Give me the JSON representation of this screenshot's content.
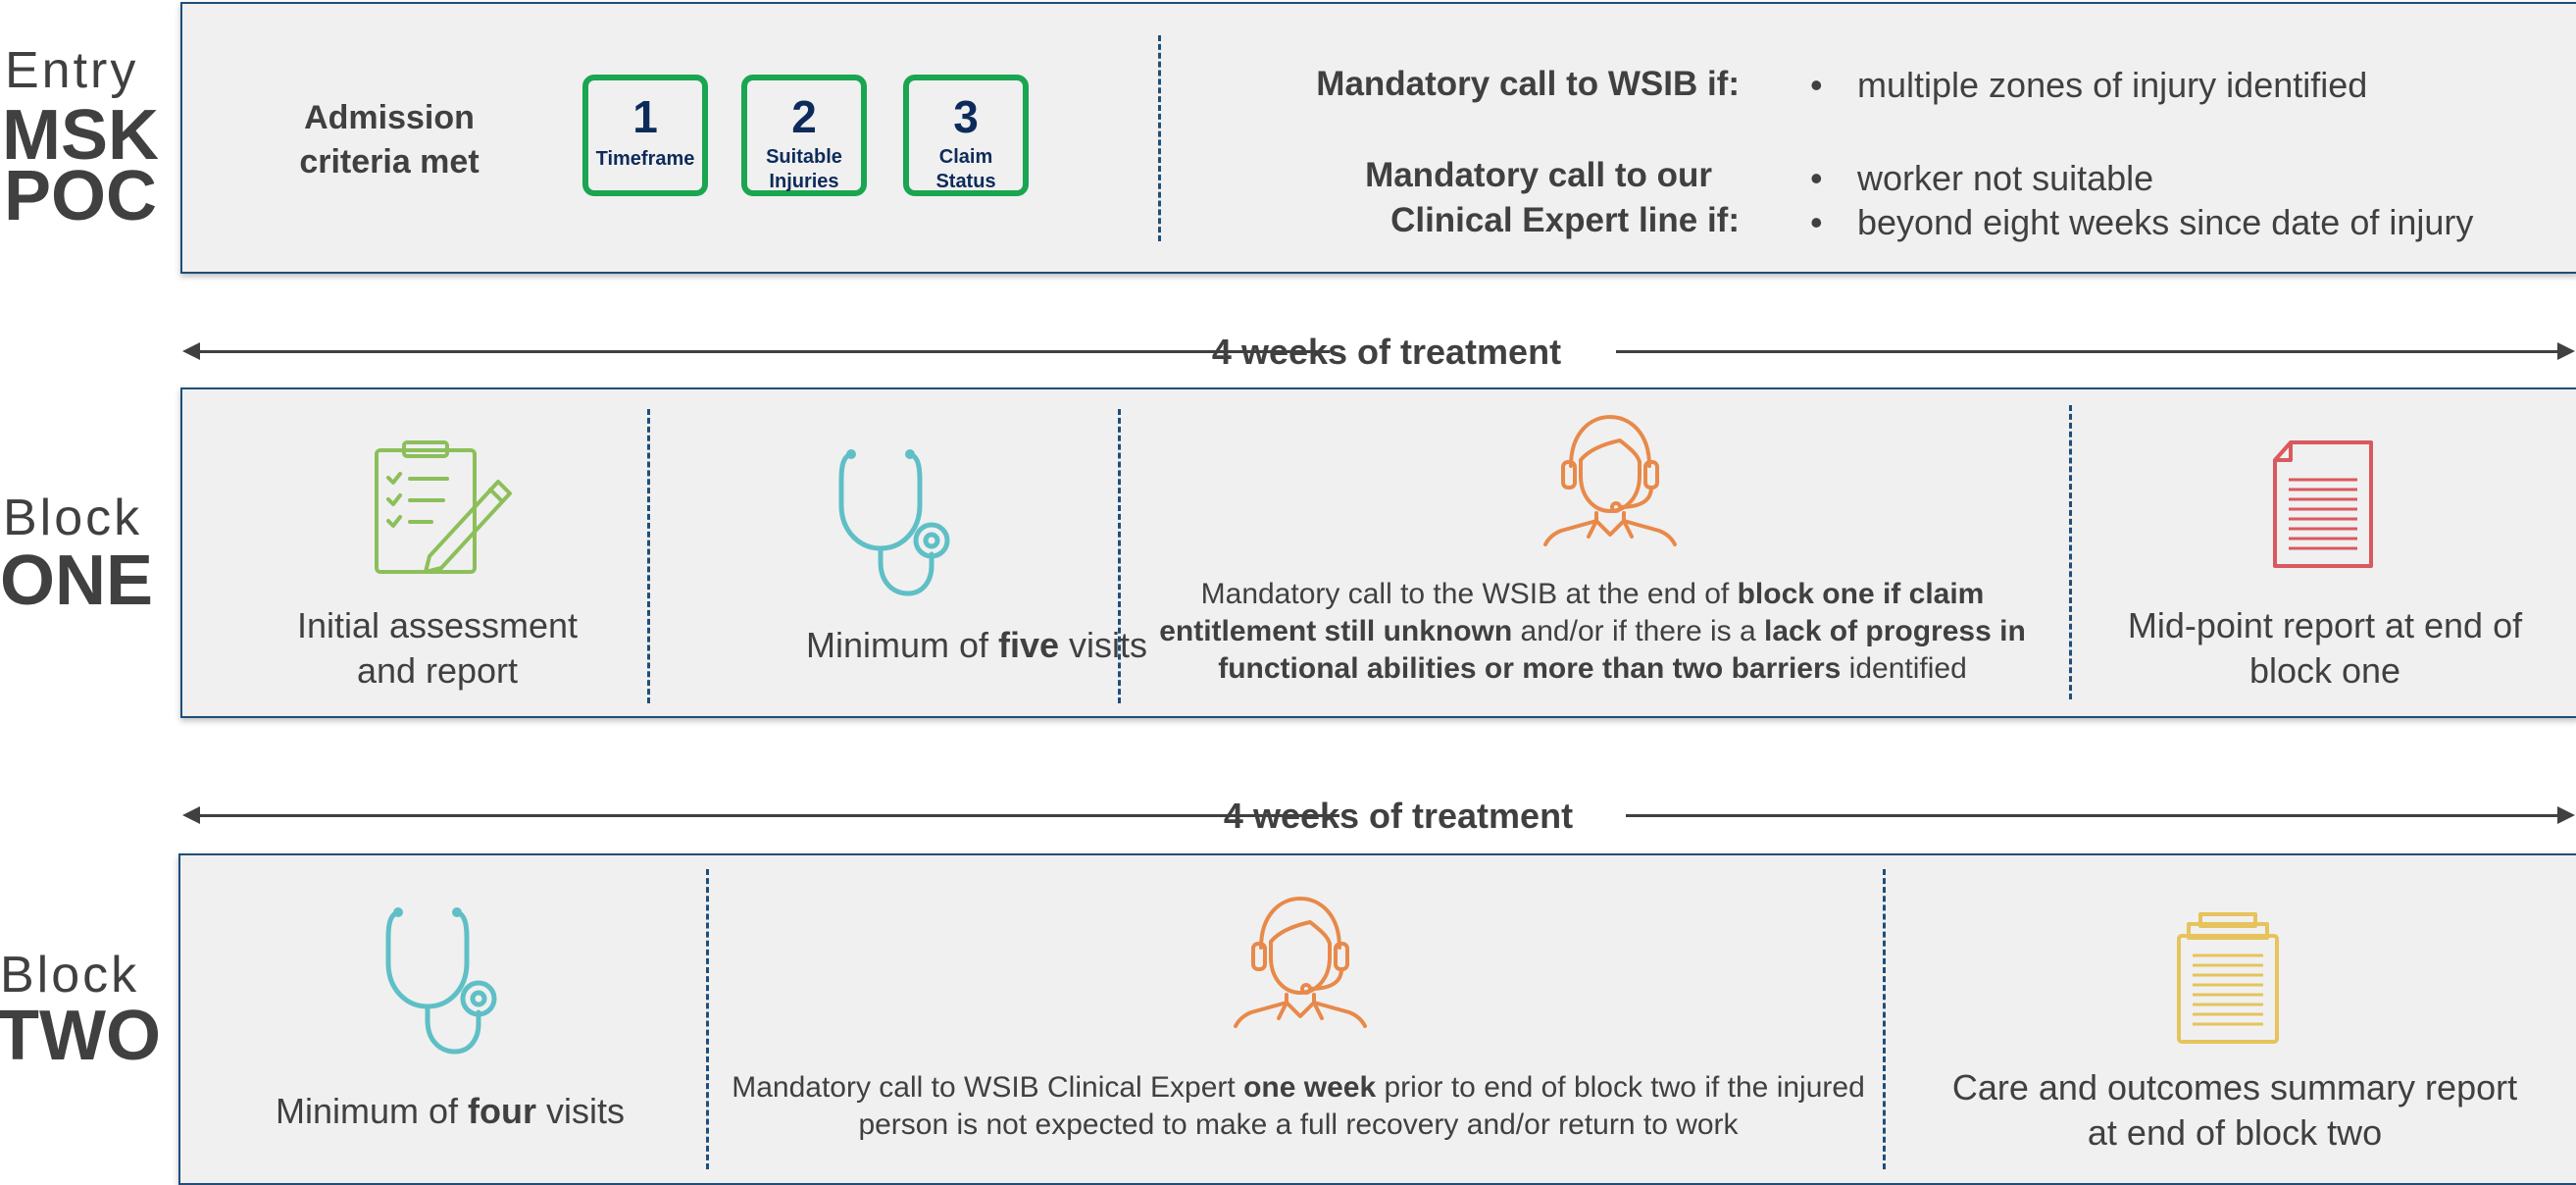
{
  "rows": {
    "entry": {
      "label_light": "Entry",
      "label_bold_1": "MSK",
      "label_bold_2": "POC"
    },
    "block_one": {
      "label_light": "Block",
      "label_bold": "ONE"
    },
    "block_two": {
      "label_light": "Block",
      "label_bold": "TWO"
    }
  },
  "entry": {
    "admission_line1": "Admission",
    "admission_line2": "criteria met",
    "criteria": [
      {
        "number": "1",
        "label_1": "Timeframe",
        "label_2": ""
      },
      {
        "number": "2",
        "label_1": "Suitable",
        "label_2": "Injuries"
      },
      {
        "number": "3",
        "label_1": "Claim",
        "label_2": "Status"
      }
    ],
    "wsib_call": "Mandatory call to WSIB if:",
    "expert_call_line1": "Mandatory call to our",
    "expert_call_line2": "Clinical Expert line if:",
    "bullet_char": "•",
    "wsib_bullets": [
      "multiple zones of injury identified"
    ],
    "expert_bullets": [
      "worker not suitable",
      "beyond eight weeks since date of injury"
    ]
  },
  "timeline": {
    "block_one_duration": "4 weeks of treatment",
    "block_two_duration": "4 weeks of treatment"
  },
  "block_one": {
    "assessment_line1": "Initial assessment",
    "assessment_line2": "and report",
    "visits_prefix": "Minimum of ",
    "visits_bold": "five",
    "visits_suffix": " visits",
    "call_p1": "Mandatory call to the WSIB at the end of ",
    "call_b1": "block one if claim entitlement still unknown",
    "call_p2": " and/or if there is a ",
    "call_b2": "lack of progress in functional abilities or more than two barriers",
    "call_p3": " identified",
    "report_line1": "Mid-point report at end of",
    "report_line2": "block one"
  },
  "block_two": {
    "visits_prefix": "Minimum of ",
    "visits_bold": "four",
    "visits_suffix": " visits",
    "call_p1": "Mandatory call to WSIB Clinical Expert ",
    "call_b1": "one week",
    "call_p2": " prior to end of block two if the injured person is not expected to make a full recovery and/or return to work",
    "summary_line1": "Care and outcomes summary report",
    "summary_line2": "at end of block two"
  },
  "icons": {
    "clipboard": "clipboard-pencil-icon",
    "stethoscope": "stethoscope-icon",
    "headset": "headset-agent-icon",
    "document": "document-icon",
    "notepad": "notepad-icon"
  },
  "colors": {
    "panel_border": "#1f4e79",
    "criteria_green": "#1aa550",
    "criteria_text": "#0d2b5a",
    "clipboard_green": "#8cbf5a",
    "stethoscope_teal": "#5fbfc6",
    "headset_orange": "#e8894a",
    "document_red": "#d9595f",
    "notepad_yellow": "#e6c35c"
  }
}
